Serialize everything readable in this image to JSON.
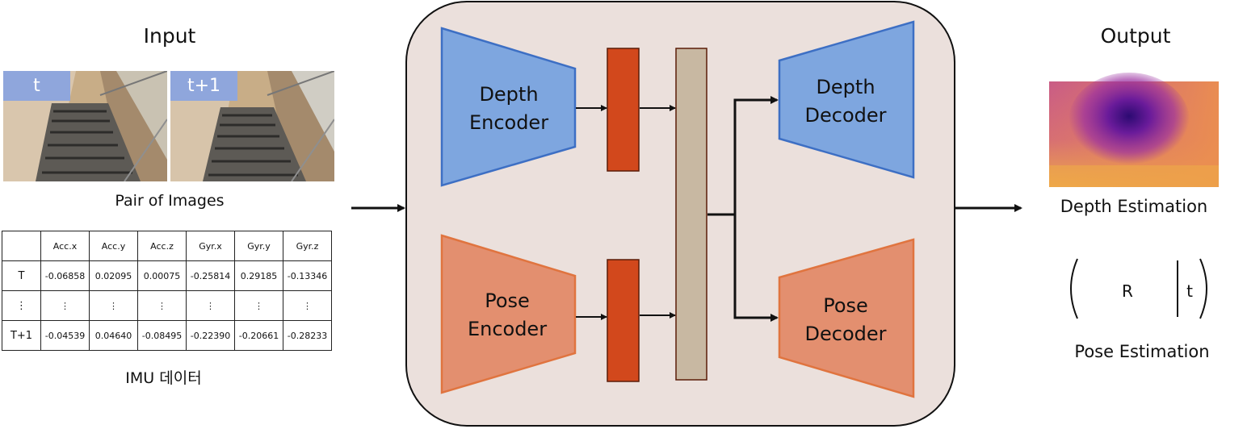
{
  "input": {
    "heading": "Input",
    "frames": [
      {
        "label": "t"
      },
      {
        "label": "t+1"
      }
    ],
    "images_caption": "Pair of Images",
    "imu_table": {
      "columns": [
        "",
        "Acc.x",
        "Acc.y",
        "Acc.z",
        "Gyr.x",
        "Gyr.y",
        "Gyr.z"
      ],
      "rows": [
        [
          "T",
          "-0.06858",
          "0.02095",
          "0.00075",
          "-0.25814",
          "0.29185",
          "-0.13346"
        ],
        [
          "⋮",
          "⋮",
          "⋮",
          "⋮",
          "⋮",
          "⋮",
          "⋮"
        ],
        [
          "T+1",
          "-0.04539",
          "0.04640",
          "-0.08495",
          "-0.22390",
          "-0.20661",
          "-0.28233"
        ]
      ]
    },
    "imu_caption": "IMU 데이터"
  },
  "network": {
    "depth_encoder": {
      "line1": "Depth",
      "line2": "Encoder"
    },
    "pose_encoder": {
      "line1": "Pose",
      "line2": "Encoder"
    },
    "depth_decoder": {
      "line1": "Depth",
      "line2": "Decoder"
    },
    "pose_decoder": {
      "line1": "Pose",
      "line2": "Decoder"
    },
    "colors": {
      "panel": "#ebe0dc",
      "depth_blue": "#7ea6df",
      "depth_border": "#3d6fc4",
      "pose_orange": "#e38f6f",
      "pose_border": "#e0743f",
      "feature_red": "#d2481c",
      "concat_beige": "#c8b8a2"
    }
  },
  "output": {
    "heading": "Output",
    "depth_caption": "Depth Estimation",
    "pose_matrix": {
      "rotation": "R",
      "translation": "t"
    },
    "pose_caption": "Pose Estimation"
  }
}
